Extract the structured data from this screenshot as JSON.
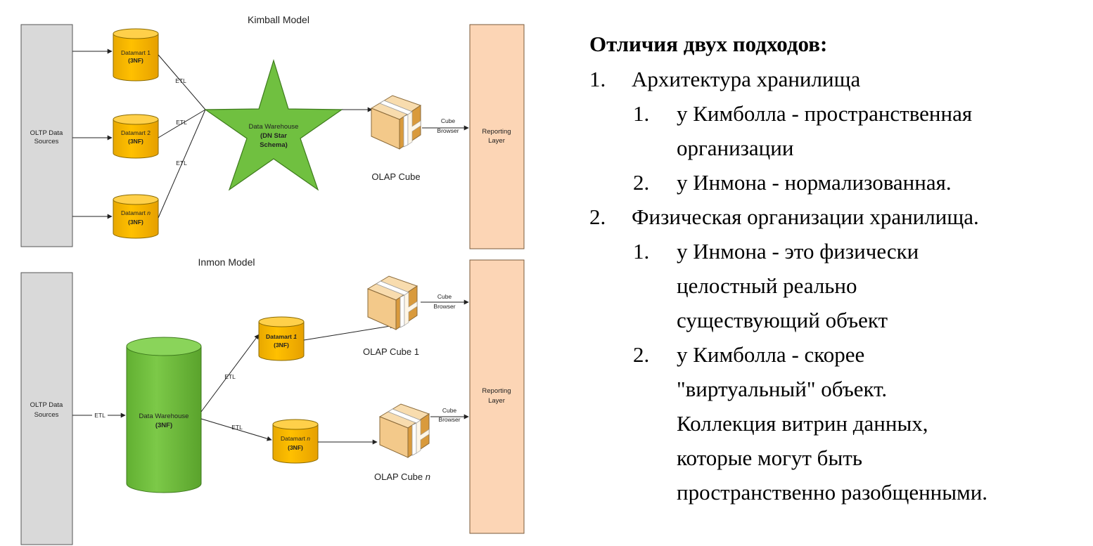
{
  "kimball": {
    "title": "Kimball Model",
    "oltp": [
      "OLTP Data",
      "Sources"
    ],
    "datamarts": [
      {
        "line1": "Datamart 1",
        "line2": "(3NF)"
      },
      {
        "line1": "Datamart 2",
        "line2": "(3NF)"
      },
      {
        "line1": "Datamart ",
        "line1_italic": "n",
        "line2": "(3NF)"
      }
    ],
    "etl_label": "ETL",
    "warehouse": [
      "Data Warehouse",
      "(DN Star",
      "Schema)"
    ],
    "cube_label": "OLAP Cube",
    "cube_browser": [
      "Cube",
      "Browser"
    ],
    "reporting": [
      "Reporting",
      "Layer"
    ]
  },
  "inmon": {
    "title": "Inmon Model",
    "oltp": [
      "OLTP Data",
      "Sources"
    ],
    "etl_label": "ETL",
    "warehouse": [
      "Data Warehouse",
      "(3NF)"
    ],
    "datamarts": [
      {
        "line1": "Datamart ",
        "line1_italic": "1",
        "line2": "(3NF)"
      },
      {
        "line1": "Datamart ",
        "line1_italic": "n",
        "line2": "(3NF)"
      }
    ],
    "cubes": [
      {
        "label": "OLAP Cube 1",
        "italic": ""
      },
      {
        "label": "OLAP Cube ",
        "italic": "n"
      }
    ],
    "cube_browser": [
      "Cube",
      "Browser"
    ],
    "reporting": [
      "Reporting",
      "Layer"
    ]
  },
  "text": {
    "heading": "Отличия двух подходов:",
    "items": [
      {
        "num": "1.",
        "text": "Архитектура хранилища",
        "sub": [
          {
            "num": "1.",
            "lines": [
              "у Кимболла - пространственная",
              "организации"
            ]
          },
          {
            "num": "2.",
            "lines": [
              "у Инмона - нормализованная."
            ]
          }
        ]
      },
      {
        "num": "2.",
        "text": "Физическая организации хранилища.",
        "sub": [
          {
            "num": "1.",
            "lines": [
              "у Инмона - это физически",
              "целостный реально",
              "существующий объект"
            ]
          },
          {
            "num": "2.",
            "lines": [
              "у Кимболла - скорее",
              "\"виртуальный\" объект.",
              "Коллекция витрин данных,",
              "которые могут быть",
              "пространственно разобщенными."
            ]
          }
        ]
      }
    ]
  },
  "colors": {
    "oltp_fill": "#d9d9d9",
    "datamart_fill": "#ffc000",
    "warehouse_fill": "#70c040",
    "reporting_fill": "#fcd5b5",
    "cube_fill": "#f0c070"
  }
}
